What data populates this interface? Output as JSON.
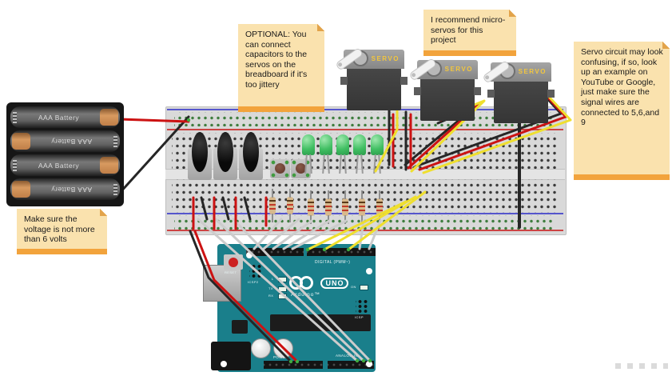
{
  "colors": {
    "wire_red": "#cc1212",
    "wire_black": "#262626",
    "wire_yellow": "#efdf2e",
    "wire_white": "#cccccc",
    "connection_green": "#3faa3f",
    "board_teal": "#1a7f8b",
    "note_bg": "#fae2ae",
    "note_accent": "#f2a33c",
    "breadboard_bg": "#d9d9d9",
    "led_green": "#41bf63",
    "battery_tip_orange": "#d89a60",
    "servo_label_yellow": "#f2c63e"
  },
  "notes": {
    "optional": "OPTIONAL: You can connect capacitors to the servos on the breadboard if it's too jittery",
    "recommend": "I recommend micro-servos for this project",
    "servo_circuit": "Servo circuit may look confusing, if so, look up an example on YouTube or Google, just make sure the signal wires are connected to 5,6,and 9",
    "voltage": "Make sure the voltage is not more than 6 volts"
  },
  "battery": {
    "cell_label": "AAA Battery",
    "cell_count": 4
  },
  "servos": {
    "label": "SERVO",
    "count": 3
  },
  "arduino": {
    "brand": "Arduino™",
    "model": "UNO",
    "digital_label": "DIGITAL (PWM~)",
    "analog_label": "ANALOG IN",
    "power_label": "POWER",
    "on_label": "ON",
    "icsp_label": "ICSP",
    "icsp2_label": "ICSP2",
    "reset_label": "RESET",
    "l_label": "L",
    "tx_label": "TX",
    "rx_label": "RX"
  }
}
